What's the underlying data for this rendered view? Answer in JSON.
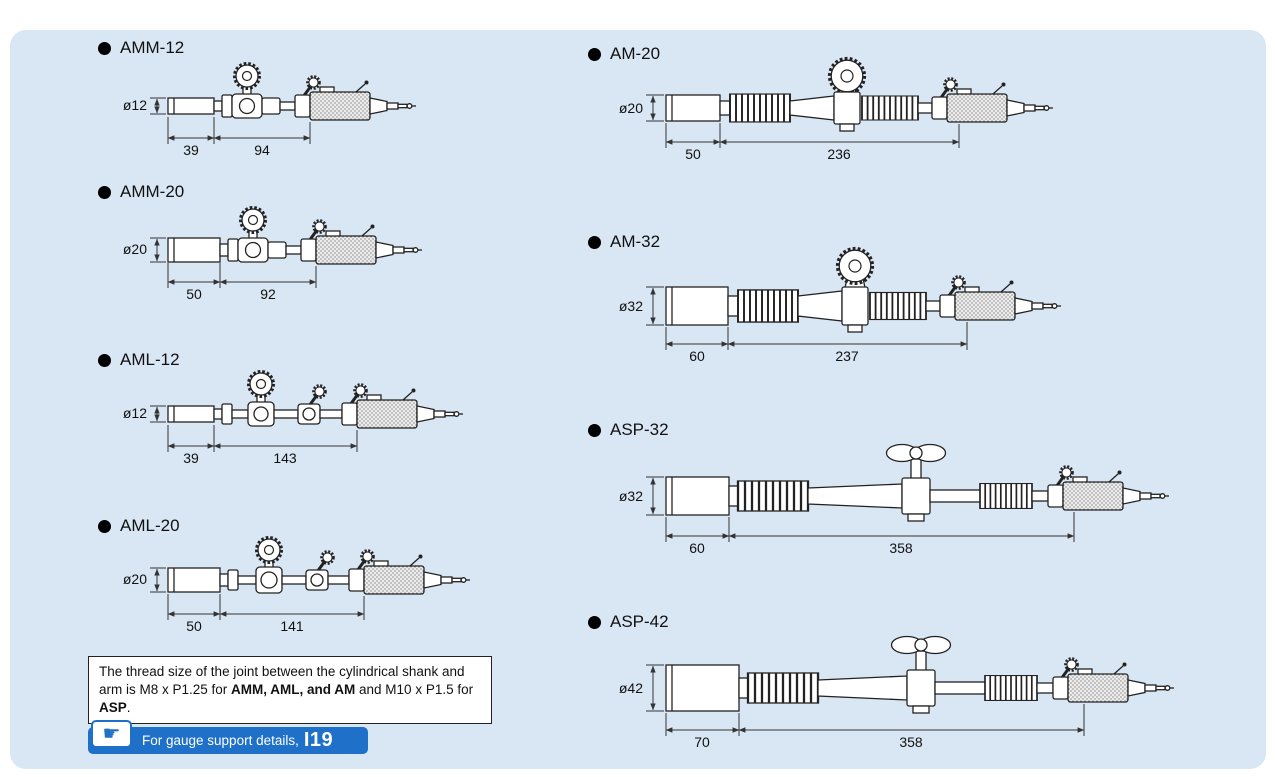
{
  "colors": {
    "panel_bg": "#d9e7f4",
    "banner_blue": "#1e70c8"
  },
  "figures": [
    {
      "label": "AMM-12",
      "dia": "ø12",
      "dim1": "39",
      "dim2": "94"
    },
    {
      "label": "AMM-20",
      "dia": "ø20",
      "dim1": "50",
      "dim2": "92"
    },
    {
      "label": "AML-12",
      "dia": "ø12",
      "dim1": "39",
      "dim2": "143"
    },
    {
      "label": "AML-20",
      "dia": "ø20",
      "dim1": "50",
      "dim2": "141"
    },
    {
      "label": "AM-20",
      "dia": "ø20",
      "dim1": "50",
      "dim2": "236"
    },
    {
      "label": "AM-32",
      "dia": "ø32",
      "dim1": "60",
      "dim2": "237"
    },
    {
      "label": "ASP-32",
      "dia": "ø32",
      "dim1": "60",
      "dim2": "358"
    },
    {
      "label": "ASP-42",
      "dia": "ø42",
      "dim1": "70",
      "dim2": "358"
    }
  ],
  "note": {
    "seg1": "The thread size of the joint between the cylindrical shank and arm is M8 x P1.25 for ",
    "seg2_bold": "AMM, AML, and AM",
    "seg3": " and M10 x P1.5 for ",
    "seg4_bold": "ASP",
    "seg5": "."
  },
  "banner": {
    "hand_icon": "☛",
    "text": "For gauge support details,",
    "page_ref": "I19"
  }
}
